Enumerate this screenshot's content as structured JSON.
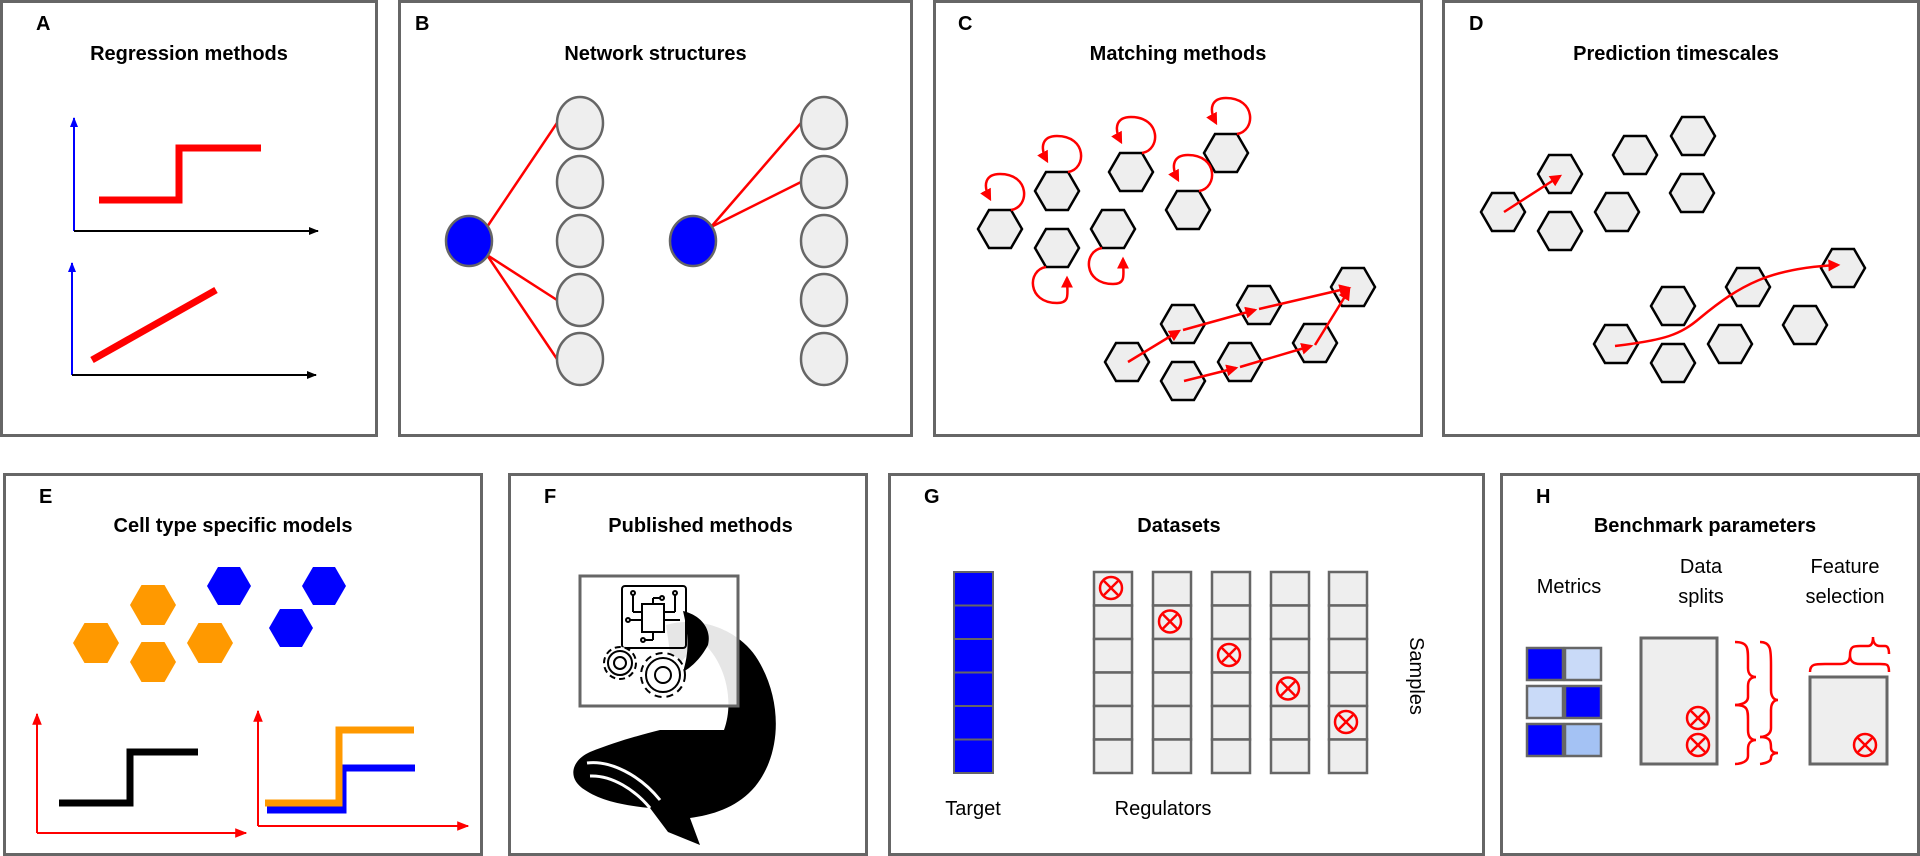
{
  "panels": {
    "A": {
      "letter": "A",
      "title": "Regression methods"
    },
    "B": {
      "letter": "B",
      "title": "Network structures"
    },
    "C": {
      "letter": "C",
      "title": "Matching methods"
    },
    "D": {
      "letter": "D",
      "title": "Prediction timescales"
    },
    "E": {
      "letter": "E",
      "title": "Cell type specific models"
    },
    "F": {
      "letter": "F",
      "title": "Published methods"
    },
    "G": {
      "letter": "G",
      "title": "Datasets",
      "target_label": "Target",
      "regulators_label": "Regulators",
      "samples_label": "Samples",
      "rows": 6,
      "regulator_columns": 5
    },
    "H": {
      "letter": "H",
      "title": "Benchmark parameters",
      "metrics_label": "Metrics",
      "data_splits_label": [
        "Data",
        "splits"
      ],
      "feature_selection_label": [
        "Feature",
        "selection"
      ]
    }
  },
  "colors": {
    "red": "#ff0000",
    "blue": "#0000ff",
    "orange": "#ff9900",
    "node_grey": "#eeeeee",
    "border_grey": "#666666",
    "metric_light": "#c9daf8",
    "metric_medium": "#a4c2f4"
  },
  "network": {
    "left_edges_to_nodes": [
      0,
      3,
      4
    ],
    "right_edges_to_nodes": [
      0,
      1
    ]
  },
  "metrics_grid": [
    [
      "blue",
      "metric_light"
    ],
    [
      "metric_light",
      "blue"
    ],
    [
      "blue",
      "metric_medium"
    ]
  ],
  "held_out_rows_per_regulator": [
    0,
    1,
    2,
    3,
    4
  ]
}
